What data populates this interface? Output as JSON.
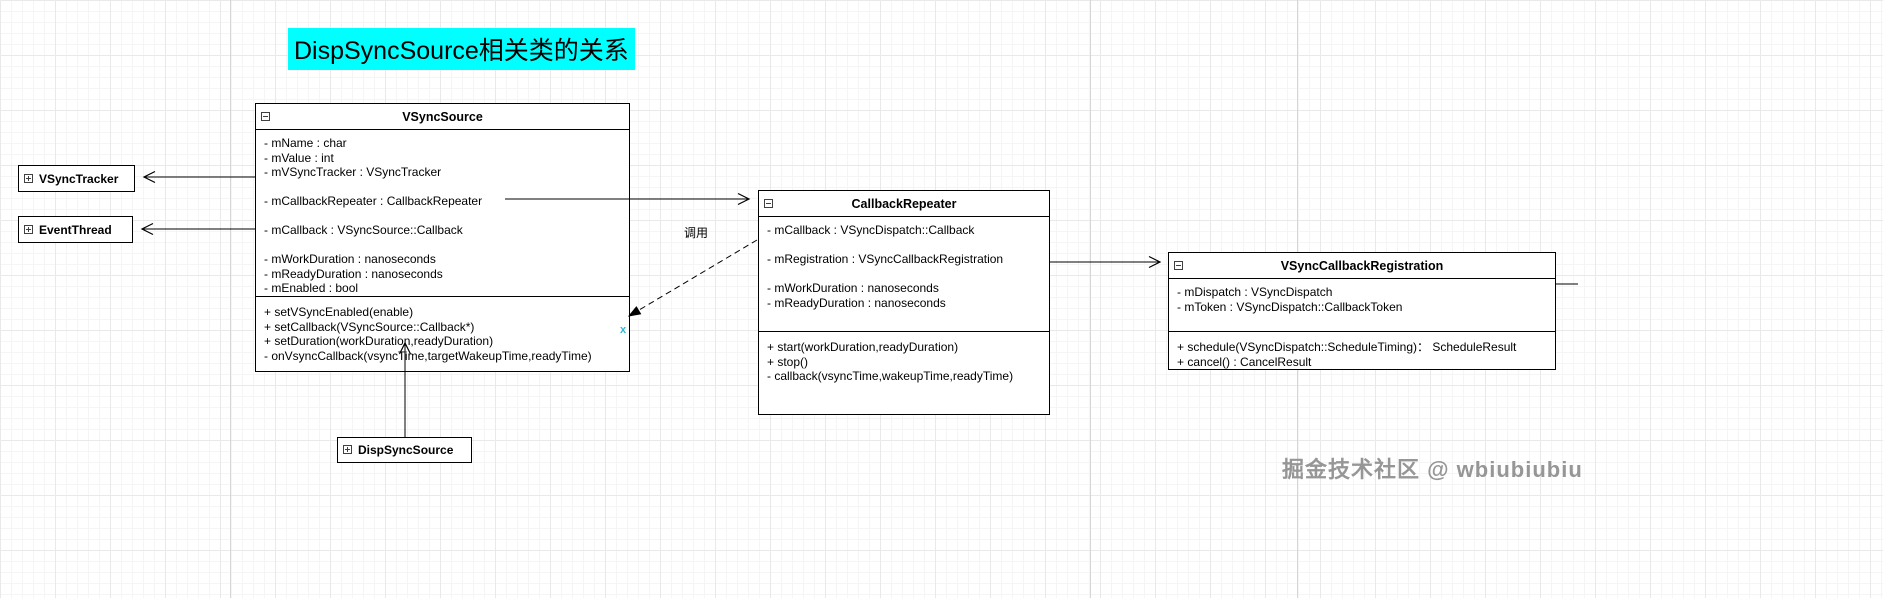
{
  "title": {
    "text": "DispSyncSource相关类的关系"
  },
  "colors": {
    "title_highlight": "#00ffff",
    "box_border": "#000000",
    "edge": "#000000",
    "grid_minor": "#f5f5f5",
    "grid_major": "#e9e9e9",
    "page_boundary": "#d6d6d6",
    "watermark": "#969696",
    "artifact_blue": "#2bb8d8"
  },
  "icons": {
    "class_header": "collapse-minus-square-icon",
    "collapsed_node": "expand-plus-square-icon"
  },
  "classes": {
    "vsync_source": {
      "name": "VSyncSource",
      "attributes": [
        "- mName : char",
        "- mValue : int",
        "- mVSyncTracker : VSyncTracker",
        "",
        "- mCallbackRepeater : CallbackRepeater",
        "",
        "- mCallback : VSyncSource::Callback",
        "",
        "- mWorkDuration : nanoseconds",
        "- mReadyDuration : nanoseconds",
        "- mEnabled : bool"
      ],
      "methods": [
        "+ setVSyncEnabled(enable)",
        "+ setCallback(VSyncSource::Callback*)",
        "+ setDuration(workDuration,readyDuration)",
        "- onVsyncCallback(vsyncTime,targetWakeupTime,readyTime)"
      ]
    },
    "callback_repeater": {
      "name": "CallbackRepeater",
      "attributes": [
        "- mCallback : VSyncDispatch::Callback",
        "",
        "- mRegistration : VSyncCallbackRegistration",
        "",
        "- mWorkDuration : nanoseconds",
        "- mReadyDuration : nanoseconds",
        ""
      ],
      "methods": [
        "+ start(workDuration,readyDuration)",
        "+ stop()",
        "- callback(vsyncTime,wakeupTime,readyTime)"
      ]
    },
    "vsync_callback_registration": {
      "name": "VSyncCallbackRegistration",
      "attributes": [
        "- mDispatch : VSyncDispatch",
        "- mToken : VSyncDispatch::CallbackToken",
        ""
      ],
      "methods": [
        "+ schedule(VSyncDispatch::ScheduleTiming)： ScheduleResult",
        "+ cancel() : CancelResult"
      ]
    }
  },
  "nodes": {
    "vsync_tracker": "VSyncTracker",
    "event_thread": "EventThread",
    "disp_sync_source": "DispSyncSource"
  },
  "edges": {
    "call_label": "调用",
    "artifact_x": "x"
  },
  "watermark": "掘金技术社区 @ wbiubiubiu"
}
